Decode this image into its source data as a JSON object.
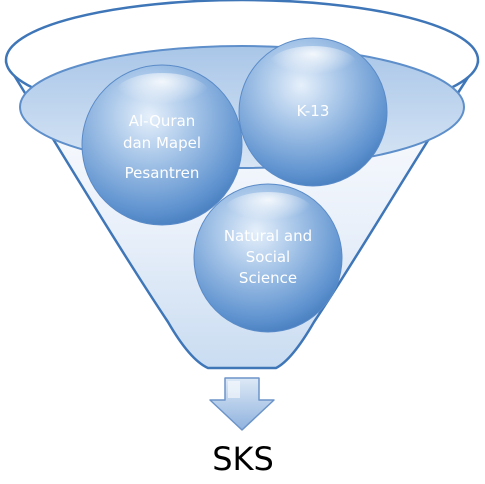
{
  "diagram": {
    "type": "funnel",
    "inputs": [
      {
        "id": "alquran",
        "lines": [
          "Al-Quran",
          "dan Mapel",
          "Pesantren"
        ]
      },
      {
        "id": "k13",
        "lines": [
          "K-13"
        ]
      },
      {
        "id": "natural",
        "lines": [
          "Natural and",
          "Social",
          "Science"
        ]
      }
    ],
    "output": {
      "label": "SKS"
    },
    "colors": {
      "funnel_fill": "#eaf1fb",
      "funnel_stroke": "#3f76b8",
      "sphere_light": "#cfe0f4",
      "sphere_dark": "#4f86c6",
      "arrow_fill": "#b9cfe9",
      "arrow_stroke": "#6c94c8"
    }
  }
}
